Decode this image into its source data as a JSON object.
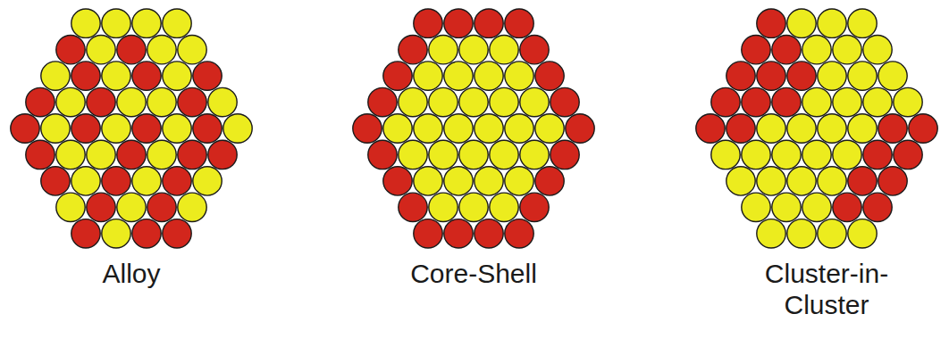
{
  "diagram": {
    "labels": [
      "Alloy",
      "Core-Shell",
      "Cluster-in-Cluster"
    ]
  }
}
